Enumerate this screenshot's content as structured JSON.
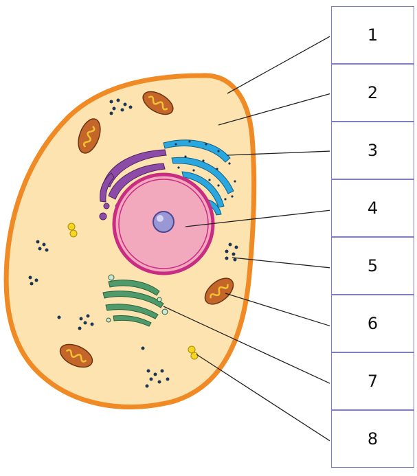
{
  "labels": [
    "1",
    "2",
    "3",
    "4",
    "5",
    "6",
    "7",
    "8"
  ],
  "colors": {
    "membrane": "#f08a24",
    "cytoplasm": "#fde3b0",
    "nucleus": "#f2a9bd",
    "nuclear_envelope": "#c92c83",
    "nucleolus": "#9a97d6",
    "rough_er": "#2aa7de",
    "smooth_er": "#8c4ba6",
    "golgi": "#4e9a6a",
    "mitochondria": "#c4662a",
    "mitochondria_cristae": "#f2c232",
    "vesicle": "#f5d625",
    "ribosome": "#1d3550",
    "leader_line": "#222222",
    "box_border": "#7c7fbf"
  }
}
